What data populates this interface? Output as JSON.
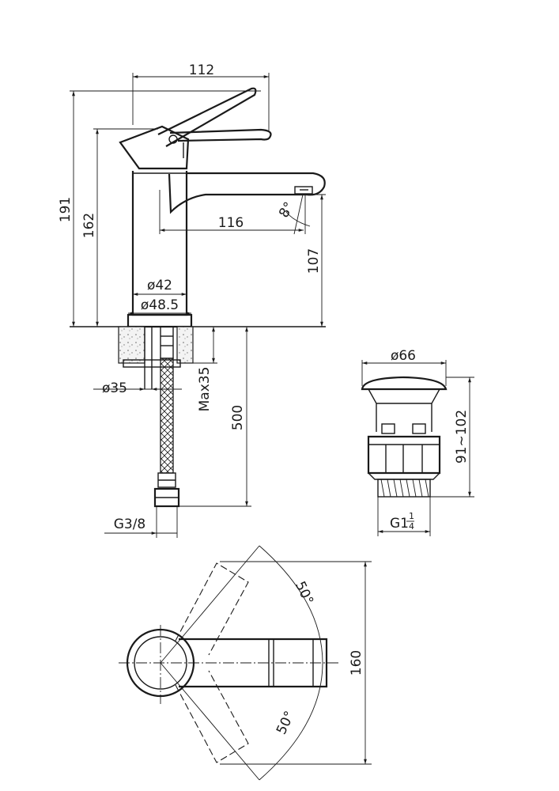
{
  "side_view": {
    "dims": {
      "width_top": "112",
      "height_total": "191",
      "height_body": "162",
      "spout_reach": "116",
      "spout_angle": "8°",
      "spout_height": "107",
      "body_dia": "ø42",
      "base_dia": "ø48.5",
      "hole_dia": "ø35",
      "max_thickness": "Max35",
      "hose_length": "500",
      "hose_thread": "G3/8"
    }
  },
  "drain_view": {
    "dims": {
      "cap_dia": "ø66",
      "height_range": "91~102",
      "thread_prefix": "G1",
      "thread_num": "1",
      "thread_den": "4"
    }
  },
  "top_view": {
    "dims": {
      "angle_top": "50°",
      "angle_bottom": "50°",
      "length": "160"
    }
  }
}
